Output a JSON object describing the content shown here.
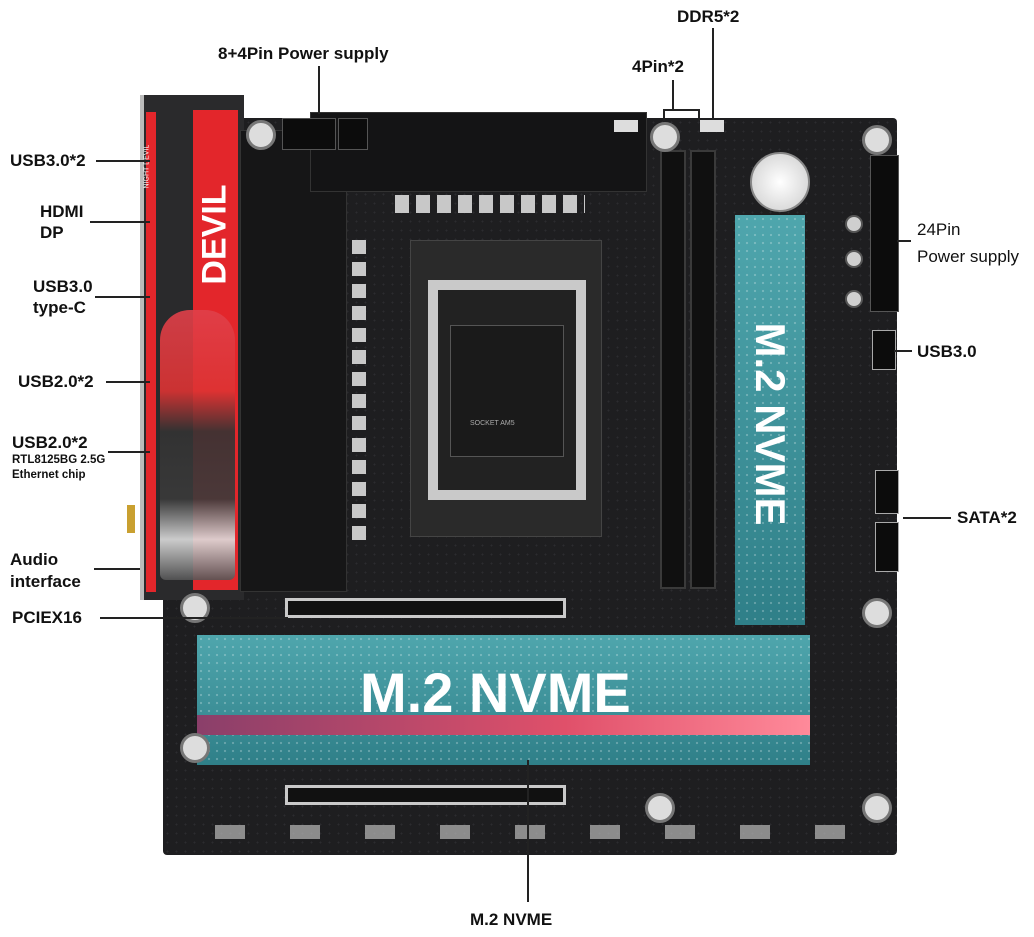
{
  "labels": {
    "power_8_4pin": "8+4Pin Power supply",
    "ddr5": "DDR5*2",
    "pin4": "4Pin*2",
    "usb30x2": "USB3.0*2",
    "hdmi": "HDMI",
    "dp": "DP",
    "usb30_line1": "USB3.0",
    "usb30_line2": "type-C",
    "usb20x2_a": "USB2.0*2",
    "usb20x2_b": "USB2.0*2",
    "ethernet_line1": "RTL8125BG 2.5G",
    "ethernet_line2": "Ethernet chip",
    "audio_line1": "Audio",
    "audio_line2": "interface",
    "pciex16": "PCIEX16",
    "pin24_line1": "24Pin",
    "pin24_line2": "Power supply",
    "usb30_right": "USB3.0",
    "sata": "SATA*2",
    "m2_bottom": "M.2 NVME"
  },
  "board": {
    "io_cover_text": "DEVIL",
    "io_cover_small": "NIGHT DEVIL",
    "socket_text": "SOCKET AM5",
    "m2_vertical": "M.2 NVME",
    "m2_horizontal": "M.2 NVME"
  },
  "colors": {
    "accent_red": "#e3262b",
    "heatsink_teal": "#3b929a",
    "board": "#1e1e20"
  }
}
